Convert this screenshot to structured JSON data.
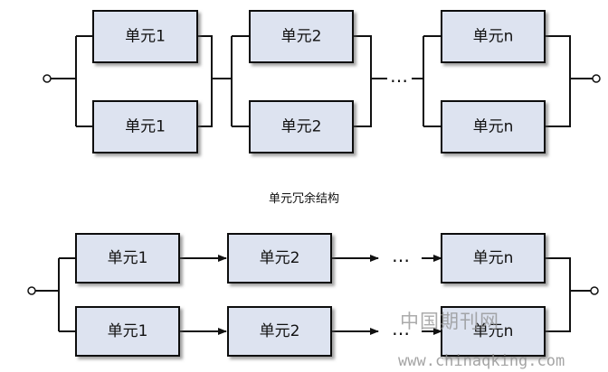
{
  "top_diagram": {
    "row1": [
      "单元1",
      "单元2",
      "单元n"
    ],
    "row2": [
      "单元1",
      "单元2",
      "单元n"
    ],
    "ellipsis": "…"
  },
  "caption": "单元冗余结构",
  "bottom_diagram": {
    "row1": [
      "单元1",
      "单元2",
      "单元n"
    ],
    "row2": [
      "单元1",
      "单元2",
      "单元n"
    ],
    "ellipsis1": "…",
    "ellipsis2": "…"
  },
  "watermark": {
    "name": "中国期刊网",
    "url": "www.chinaqking.com"
  },
  "colors": {
    "box_fill": "#dde3f0",
    "line": "#111111"
  }
}
